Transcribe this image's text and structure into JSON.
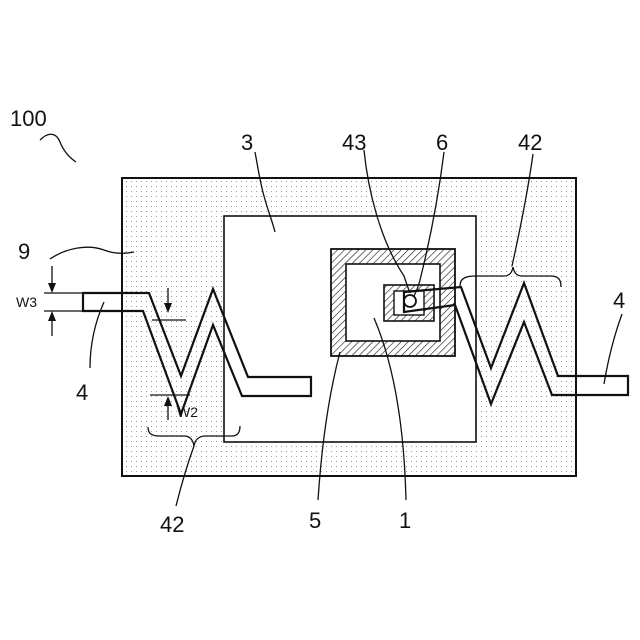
{
  "figure": {
    "labels": {
      "device": "100",
      "layer_9": "9",
      "layer_3": "3",
      "part_43": "43",
      "part_6": "6",
      "bracket_right_top": "42",
      "bracket_left_bottom": "42",
      "lead_left": "4",
      "lead_right": "4",
      "part_5": "5",
      "part_1": "1",
      "dim_w3": "W3",
      "dim_w2": "W2"
    },
    "colors": {
      "line": "#111111",
      "background": "#ffffff",
      "stipple": "#9a9a9a"
    }
  }
}
